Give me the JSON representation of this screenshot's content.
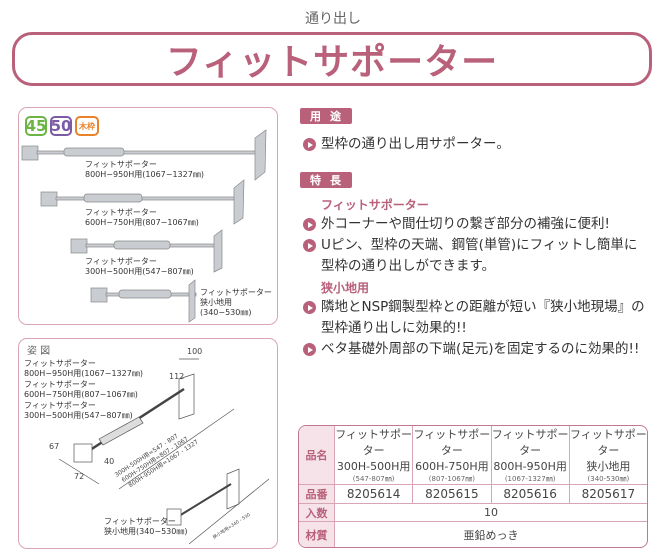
{
  "header": {
    "category": "通り出し",
    "title": "フィットサポーター"
  },
  "photo_panel": {
    "badges": [
      {
        "label": "45",
        "color": "#6cb544"
      },
      {
        "label": "50",
        "color": "#7b5aa6"
      },
      {
        "label": "木枠",
        "color": "#e8832a"
      }
    ],
    "products": [
      {
        "name": "フィットサポーター",
        "size": "800H−950H用(1067−1327㎜)"
      },
      {
        "name": "フィットサポーター",
        "size": "600H−750H用(807−1067㎜)"
      },
      {
        "name": "フィットサポーター",
        "size": "300H−500H用(547−807㎜)"
      },
      {
        "name": "フィットサポーター",
        "size": "狭小地用",
        "range": "(340−530㎜)"
      }
    ]
  },
  "diagram_panel": {
    "title": "姿 図",
    "labels": [
      "フィットサポーター",
      "800H−950H用(1067−1327㎜)",
      "フィットサポーター",
      "600H−750H用(807−1067㎜)",
      "フィットサポーター",
      "300H−500H用(547−807㎜)"
    ],
    "dims": {
      "w100": "100",
      "h112": "112",
      "d67": "67",
      "d72": "72",
      "d40": "40",
      "range1": "300H-500H用=547 - 807",
      "range2": "600H-750H用=807 - 1067",
      "range3": "800H-950H用=1067 - 1327",
      "range_small": "狭小地用=340 - 530"
    },
    "small_label": "フィットサポーター",
    "small_size": "狭小地用(340−530㎜)"
  },
  "usage": {
    "tag": "用途",
    "items": [
      "型枠の通り出し用サポーター。"
    ]
  },
  "features": {
    "tag": "特長",
    "groups": [
      {
        "heading": "フィットサポーター",
        "items": [
          "外コーナーや間仕切りの繋ぎ部分の補強に便利!",
          "Uピン、型枠の天端、鋼管(単管)にフィットし簡単に型枠の通り出しができます。"
        ]
      },
      {
        "heading": "狭小地用",
        "items": [
          "隣地とNSP鋼製型枠との距離が短い『狭小地現場』の型枠通り出しに効果的!!",
          "ベタ基礎外周部の下端(足元)を固定するのに効果的!!"
        ]
      }
    ]
  },
  "spec_table": {
    "row_headers": [
      "品名",
      "品番",
      "入数",
      "材質"
    ],
    "columns": [
      {
        "name": "フィットサポーター",
        "model": "300H-500H用",
        "range": "(547-807㎜)",
        "code": "8205614"
      },
      {
        "name": "フィットサポーター",
        "model": "600H-750H用",
        "range": "(807-1067㎜)",
        "code": "8205615"
      },
      {
        "name": "フィットサポーター",
        "model": "800H-950H用",
        "range": "(1067-1327㎜)",
        "code": "8205616"
      },
      {
        "name": "フィットサポーター",
        "model": "狭小地用",
        "range": "(340-530㎜)",
        "code": "8205617"
      }
    ],
    "quantity": "10",
    "material": "亜鉛めっき"
  },
  "colors": {
    "accent": "#b9607a"
  }
}
